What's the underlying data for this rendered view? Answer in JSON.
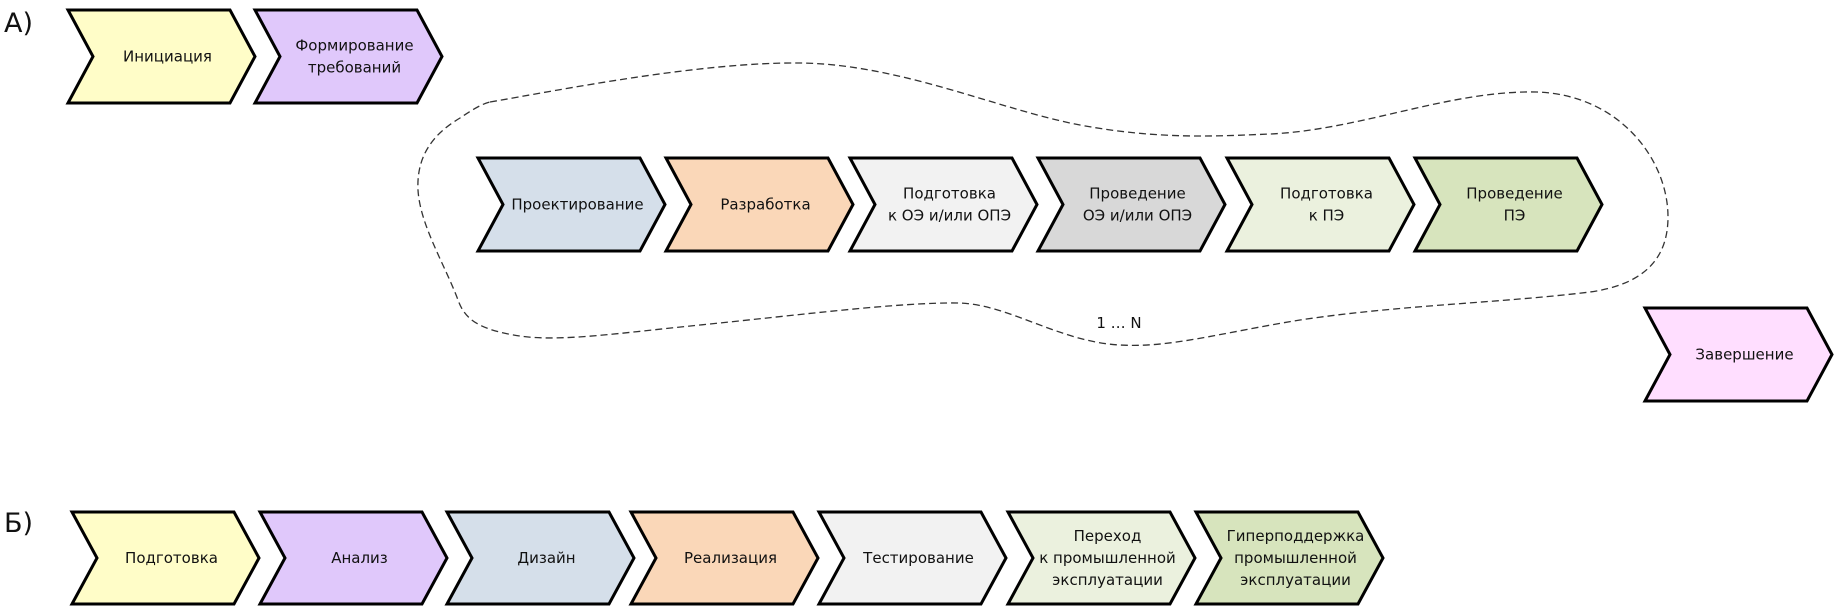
{
  "sections": {
    "a": {
      "label": "А)",
      "pre_steps": [
        {
          "lines": [
            "Инициация"
          ],
          "color": "#FFFDC8"
        },
        {
          "lines": [
            "Формирование",
            "требований"
          ],
          "color": "#E0C8FB"
        }
      ],
      "loop_steps": [
        {
          "lines": [
            "Проектирование"
          ],
          "color": "#D5DFEA"
        },
        {
          "lines": [
            "Разработка"
          ],
          "color": "#FAD7B8"
        },
        {
          "lines": [
            "Подготовка",
            "к ОЭ и/или ОПЭ"
          ],
          "color": "#F2F2F2"
        },
        {
          "lines": [
            "Проведение",
            "ОЭ и/или ОПЭ"
          ],
          "color": "#D8D8D8"
        },
        {
          "lines": [
            "Подготовка",
            "к ПЭ"
          ],
          "color": "#EBF1DE"
        },
        {
          "lines": [
            "Проведение",
            "ПЭ"
          ],
          "color": "#D7E4BD"
        }
      ],
      "loop_label": "1 … N",
      "final_step": {
        "lines": [
          "Завершение"
        ],
        "color": "#FFDEFF"
      }
    },
    "b": {
      "label": "Б)",
      "steps": [
        {
          "lines": [
            "Подготовка"
          ],
          "color": "#FFFDC8"
        },
        {
          "lines": [
            "Анализ"
          ],
          "color": "#E0C8FB"
        },
        {
          "lines": [
            "Дизайн"
          ],
          "color": "#D5DFEA"
        },
        {
          "lines": [
            "Реализация"
          ],
          "color": "#FAD7B8"
        },
        {
          "lines": [
            "Тестирование"
          ],
          "color": "#F2F2F2"
        },
        {
          "lines": [
            "Переход",
            "к промышленной",
            "эксплуатации"
          ],
          "color": "#EBF1DE"
        },
        {
          "lines": [
            "Гиперподдержка",
            "промышленной",
            "эксплуатации"
          ],
          "color": "#D7E4BD"
        }
      ]
    }
  },
  "colors": {
    "stroke": "#000000",
    "loop_stroke": "#333333"
  }
}
